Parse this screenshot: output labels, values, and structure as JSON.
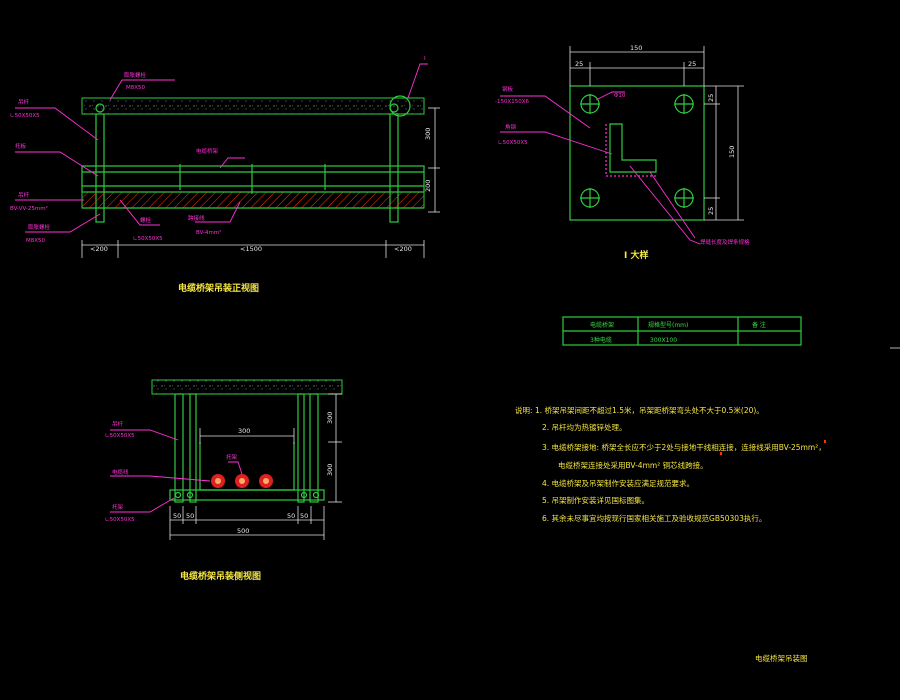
{
  "colors": {
    "background": "#000000",
    "structure": "#2ecc40",
    "dimension": "#e0e0e0",
    "leader": "#ff2fd8",
    "title": "#f5e642",
    "hatch": "#ff3300",
    "cable": "#e02020"
  },
  "front_view": {
    "title": "电缆桥架吊装正视图",
    "labels": {
      "anchor_bolt": "膨胀螺栓",
      "anchor_bolt_spec": "M8X50",
      "hanger_rod": "吊杆",
      "hanger_rod_spec": "∟50X50X5",
      "left_label1": "吊杆",
      "left_label2": "托板",
      "left_label3": "BV-VV-25mm²",
      "left_label4": "膨胀螺栓",
      "left_label4_spec": "M8X50",
      "tray": "电缆桥架",
      "bottom_label1": "螺栓",
      "bottom_label1_spec": "∟50X50X5",
      "bottom_label2": "跨接线",
      "bottom_label2_spec": "BV-4mm²",
      "detail_marker": "I"
    },
    "dims": {
      "span": "<1500",
      "left": "<200",
      "right": "<200",
      "height_upper": "300",
      "height_lower": "200"
    }
  },
  "detail_i": {
    "title": "I 大样",
    "dims": {
      "width": "150",
      "top_left": "25",
      "top_right": "25",
      "height": "150",
      "side_top": "25",
      "side_bottom": "25"
    },
    "labels": {
      "plate": "钢板",
      "plate_spec": "-150X150X6",
      "angle": "角钢",
      "angle_spec": "∟50X50X5",
      "hole": "Φ10",
      "weld_note": "焊缝长度及焊条规格"
    }
  },
  "table": {
    "headers": [
      "电缆桥架",
      "规格型号(mm)",
      "备 注"
    ],
    "rows": [
      [
        "3种电缆",
        "300X100",
        ""
      ]
    ]
  },
  "side_view": {
    "title": "电缆桥架吊装侧视图",
    "labels": {
      "rod": "吊杆",
      "rod_spec": "∟50X50X5",
      "cable_label": "电缆线",
      "tray_label": "托架",
      "base": "托架",
      "base_spec": "∟50X50X5"
    },
    "dims": {
      "tray_width": "300",
      "height_upper": "300",
      "height_lower": "300",
      "d1": "50",
      "d2": "50",
      "d3": "50",
      "d4": "50",
      "total": "500"
    }
  },
  "notes": {
    "heading": "说明:",
    "items": [
      "1. 桥架吊架间距不超过1.5米，吊架距桥架弯头处不大于0.5米(20)。",
      "2. 吊杆均为热镀锌处理。",
      "3. 电缆桥架接地: 桥架全长应不少于2处与接地干线相连接，连接线采用BV-25mm²，",
      "电缆桥架连接处采用BV-4mm² 铜芯线跨接。",
      "4. 电缆桥架及吊架制作安装应满足规范要求。",
      "5. 吊架制作安装详见国标图集。",
      "6. 其余未尽事宜均按现行国家相关施工及验收规范GB50303执行。"
    ]
  },
  "sheet_title": "电缆桥架吊装图"
}
